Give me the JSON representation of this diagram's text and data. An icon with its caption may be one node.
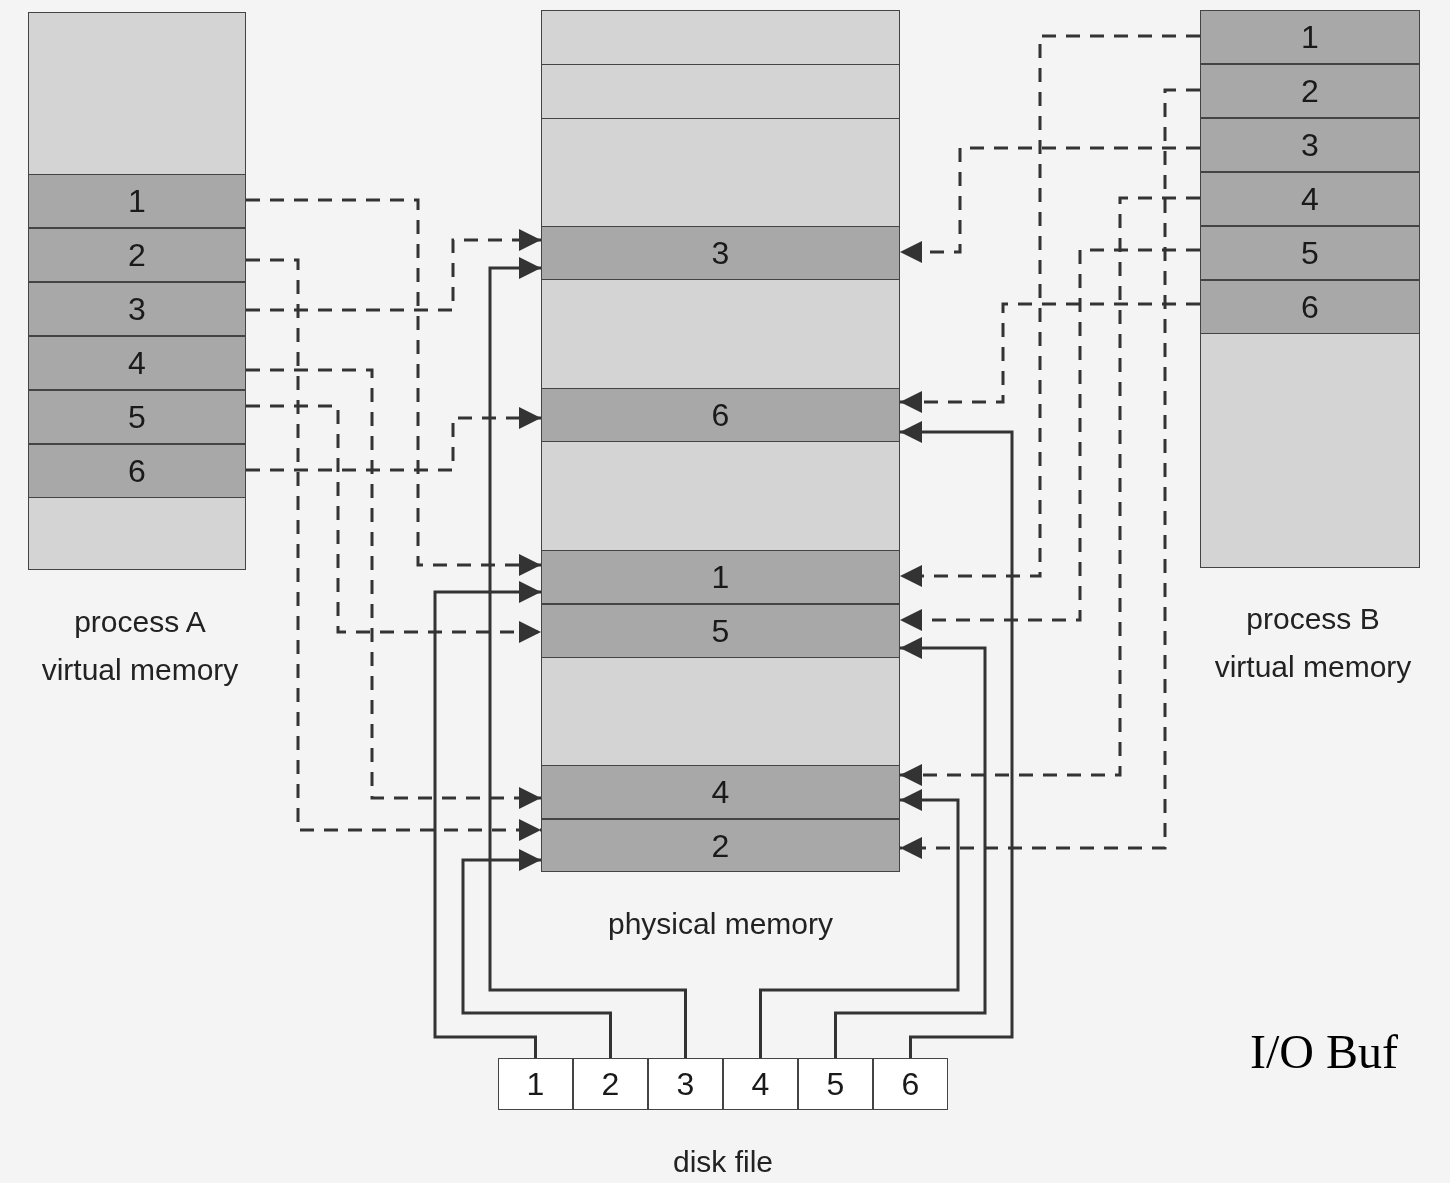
{
  "diagram": {
    "nodes": [
      {
        "text": [
          "process A virtual memory"
        ]
      },
      {
        "text": [
          "1"
        ],
        "in": 0
      },
      {
        "text": [
          "2"
        ],
        "in": 0
      },
      {
        "text": [
          "3"
        ],
        "in": 0
      },
      {
        "text": [
          "4"
        ],
        "in": 0
      },
      {
        "text": [
          "5"
        ],
        "in": 0
      },
      {
        "text": [
          "6"
        ],
        "in": 0
      },
      {
        "text": [
          "physical memory"
        ]
      },
      {
        "text": [
          "3"
        ],
        "in": 7
      },
      {
        "text": [
          "6"
        ],
        "in": 7
      },
      {
        "text": [
          "1"
        ],
        "in": 7
      },
      {
        "text": [
          "5"
        ],
        "in": 7
      },
      {
        "text": [
          "4"
        ],
        "in": 7
      },
      {
        "text": [
          "2"
        ],
        "in": 7
      },
      {
        "text": [
          "process B virtual memory"
        ]
      },
      {
        "text": [
          "1"
        ],
        "in": 14
      },
      {
        "text": [
          "2"
        ],
        "in": 14
      },
      {
        "text": [
          "3"
        ],
        "in": 14
      },
      {
        "text": [
          "4"
        ],
        "in": 14
      },
      {
        "text": [
          "5"
        ],
        "in": 14
      },
      {
        "text": [
          "6"
        ],
        "in": 14
      },
      {
        "text": [
          "disk file"
        ]
      },
      {
        "text": [
          "1"
        ],
        "in": 21
      },
      {
        "text": [
          "2"
        ],
        "in": 21
      },
      {
        "text": [
          "3"
        ],
        "in": 21
      },
      {
        "text": [
          "4"
        ],
        "in": 21
      },
      {
        "text": [
          "5"
        ],
        "in": 21
      },
      {
        "text": [
          "6"
        ],
        "in": 21
      }
    ],
    "edges": [
      {
        "from": 1,
        "to": 10,
        "arrow": "to",
        "style": "dashed"
      },
      {
        "from": 2,
        "to": 13,
        "arrow": "to",
        "style": "dashed"
      },
      {
        "from": 3,
        "to": 8,
        "arrow": "to",
        "style": "dashed"
      },
      {
        "from": 4,
        "to": 12,
        "arrow": "to",
        "style": "dashed"
      },
      {
        "from": 5,
        "to": 11,
        "arrow": "to",
        "style": "dashed"
      },
      {
        "from": 6,
        "to": 9,
        "arrow": "to",
        "style": "dashed"
      },
      {
        "from": 15,
        "to": 10,
        "arrow": "to",
        "style": "dashed"
      },
      {
        "from": 16,
        "to": 13,
        "arrow": "to",
        "style": "dashed"
      },
      {
        "from": 17,
        "to": 8,
        "arrow": "to",
        "style": "dashed"
      },
      {
        "from": 18,
        "to": 12,
        "arrow": "to",
        "style": "dashed"
      },
      {
        "from": 19,
        "to": 11,
        "arrow": "to",
        "style": "dashed"
      },
      {
        "from": 20,
        "to": 9,
        "arrow": "to",
        "style": "dashed"
      },
      {
        "from": 22,
        "to": 10,
        "arrow": "to"
      },
      {
        "from": 23,
        "to": 13,
        "arrow": "to"
      },
      {
        "from": 24,
        "to": 8,
        "arrow": "to"
      },
      {
        "from": 25,
        "to": 12,
        "arrow": "to"
      },
      {
        "from": 26,
        "to": 11,
        "arrow": "to"
      },
      {
        "from": 27,
        "to": 9,
        "arrow": "to"
      }
    ],
    "labels": [
      "I/O Buf"
    ]
  }
}
